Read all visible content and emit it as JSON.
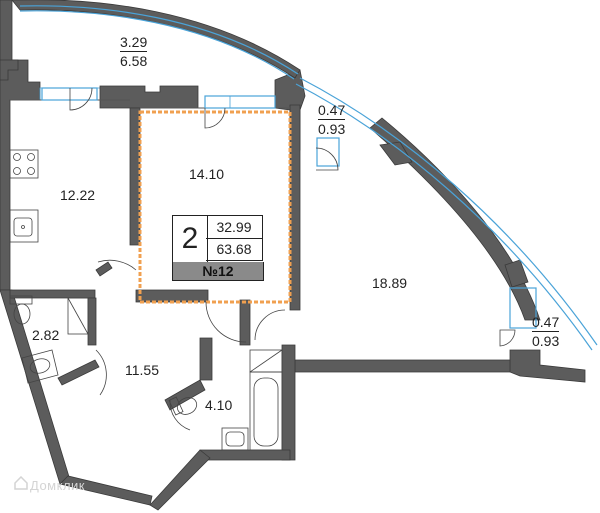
{
  "apartment": {
    "rooms": "2",
    "living_area": "32.99",
    "total_area": "63.68",
    "number": "№12"
  },
  "rooms": {
    "balcony_top": {
      "top": "3.29",
      "bottom": "6.58"
    },
    "kitchen": "12.22",
    "room_small": "14.10",
    "small_balcony_1": {
      "top": "0.47",
      "bottom": "0.93"
    },
    "room_large": "18.89",
    "small_balcony_2": {
      "top": "0.47",
      "bottom": "0.93"
    },
    "wc": "2.82",
    "hall": "11.55",
    "bathroom": "4.10"
  },
  "watermark": "Домклик",
  "colors": {
    "wall": "#5c5c5c",
    "window": "#4aa3d8",
    "highlight": "#f0a050",
    "badge": "#8a8a8a"
  }
}
